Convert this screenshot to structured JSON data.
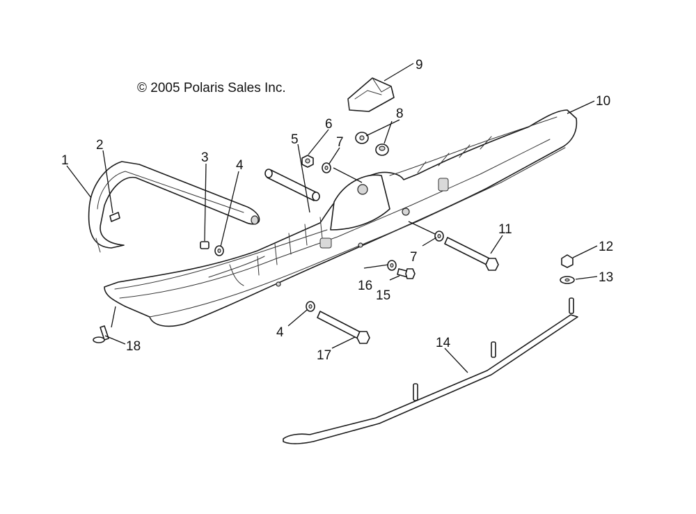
{
  "copyright": "© 2005 Polaris Sales Inc.",
  "callouts": {
    "c1": "1",
    "c2": "2",
    "c3": "3",
    "c4a": "4",
    "c4b": "4",
    "c5": "5",
    "c6": "6",
    "c7a": "7",
    "c7b": "7",
    "c8": "8",
    "c9": "9",
    "c10": "10",
    "c11": "11",
    "c12": "12",
    "c13": "13",
    "c14": "14",
    "c15": "15",
    "c16": "16",
    "c17": "17",
    "c18": "18"
  }
}
